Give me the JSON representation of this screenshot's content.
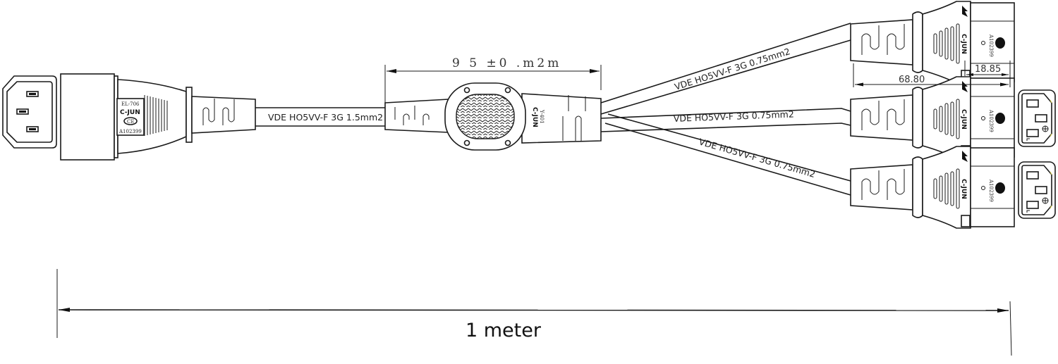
{
  "diagram": {
    "title": "IEC C14 to 3x C13 Y-splitter power cord drawing",
    "main_cable_label": "VDE HO5VV-F 3G 1.5mm2",
    "branch_cables": [
      {
        "label": "VDE HO5VV-F 3G 0.75mm2"
      },
      {
        "label": "VDE HO5VV-F 3G 0.75mm2"
      },
      {
        "label": "VDE HO5VV-F 3G 0.75mm2"
      }
    ],
    "input_plug": {
      "model": "EL-706",
      "brand": "C-JUN",
      "cert_mark": "CE",
      "code": "A102399"
    },
    "splitter": {
      "brand": "C-JUN",
      "model": "Y-401",
      "dimension_label": "9 5 ±0 .m2m"
    },
    "output_connector": {
      "brand": "C-JUN",
      "code": "A102399"
    },
    "dimensions": {
      "connector_length": "68.80",
      "connector_head": "18.85",
      "total_length": "1 meter"
    }
  }
}
